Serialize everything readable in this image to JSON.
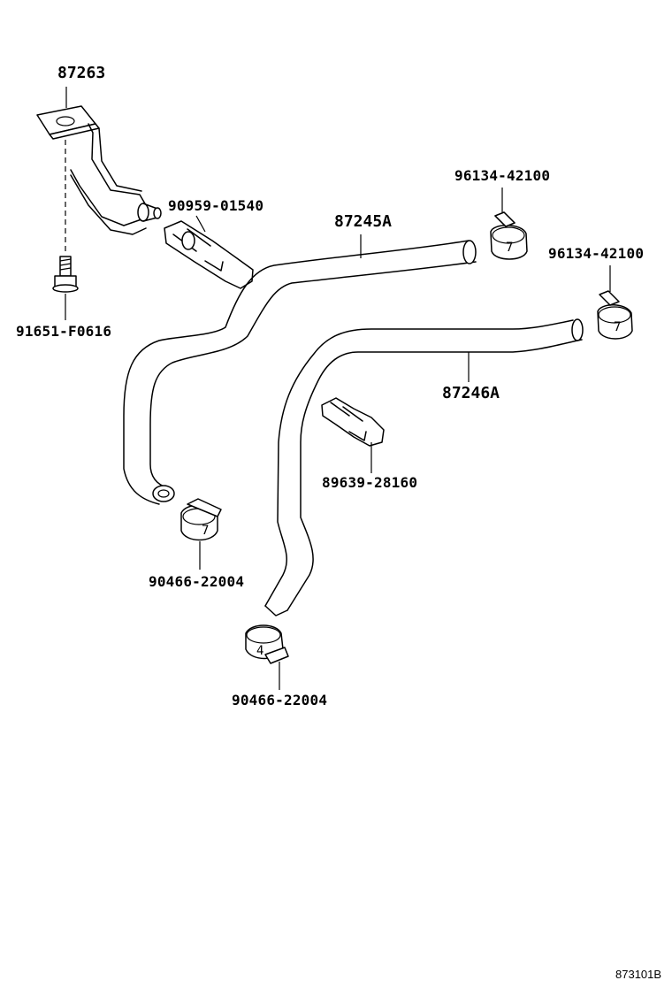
{
  "diagram": {
    "labels": {
      "bracket": "87263",
      "bolt": "91651-F0616",
      "clip_upper": "90959-01540",
      "hose_a": "87245A",
      "hose_b": "87246A",
      "clamp_top": "96134-42100",
      "clamp_right": "96134-42100",
      "clip_middle": "89639-28160",
      "clamp_left": "90466-22004",
      "clamp_bottom": "90466-22004"
    },
    "reference_code": "873101B"
  }
}
